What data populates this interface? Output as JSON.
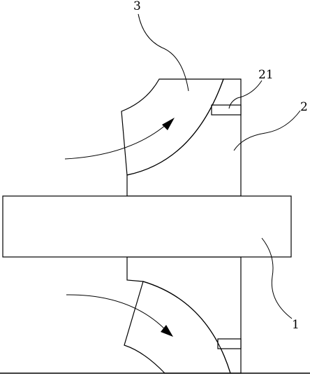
{
  "labels": {
    "part_1": "1",
    "part_2": "2",
    "part_3": "3",
    "part_21": "21"
  },
  "colors": {
    "line": "#000000",
    "background": "#ffffff"
  }
}
